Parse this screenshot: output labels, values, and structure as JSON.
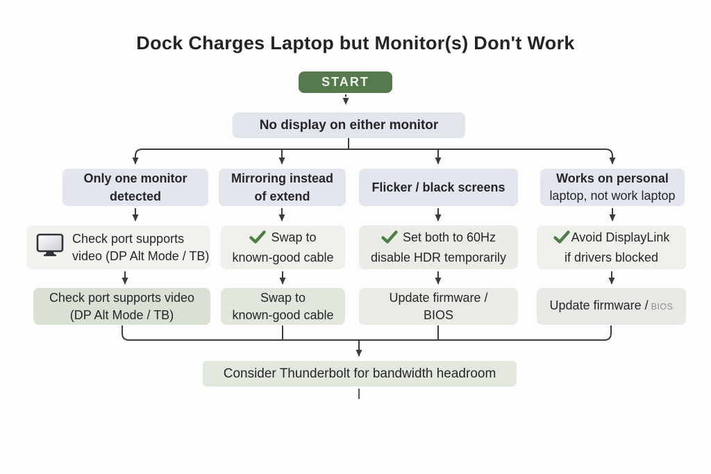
{
  "title": "Dock Charges Laptop but Monitor(s) Don't Work",
  "start": {
    "label": "START"
  },
  "root": {
    "label": "No display on either monitor"
  },
  "columns": [
    {
      "symptom": {
        "line1": "Only one monitor",
        "line2": "detected"
      },
      "action": {
        "icon": "monitor-icon",
        "line1": "Check port supports",
        "line2": "video (DP Alt Mode / TB)"
      },
      "result": {
        "line1": "Check port supports video",
        "line2": "(DP Alt Mode / TB)"
      }
    },
    {
      "symptom": {
        "line1": "Mirroring instead",
        "line2": "of extend"
      },
      "action": {
        "icon": "check-icon",
        "line1": "Swap to",
        "line2": "known-good cable"
      },
      "result": {
        "line1": "Swap to",
        "line2": "known-good cable"
      }
    },
    {
      "symptom": {
        "line1": "Flicker / black screens"
      },
      "action": {
        "icon": "check-icon",
        "line1": "Set both to 60Hz",
        "line2": "disable HDR temporarily"
      },
      "result": {
        "line1": "Update firmware /",
        "line2": "BIOS"
      }
    },
    {
      "symptom": {
        "line1": "Works on personal",
        "line2": "laptop, not work laptop"
      },
      "action": {
        "icon": "check-icon",
        "line1": "Avoid DisplayLink",
        "line2": "if drivers blocked"
      },
      "result": {
        "line1": "Update firmware /",
        "line2_small": "BIOS"
      }
    }
  ],
  "footer": {
    "label": "Consider Thunderbolt for bandwidth headroom"
  },
  "colors": {
    "start_bg": "#56794e",
    "check_green": "#4e7d46",
    "symptom_bg": "#e3e6ed",
    "action_bg": "#eef1ea",
    "result_strong_bg": "#d9e1d5",
    "footer_bg": "#e3e8df",
    "connector": "#383c42"
  }
}
